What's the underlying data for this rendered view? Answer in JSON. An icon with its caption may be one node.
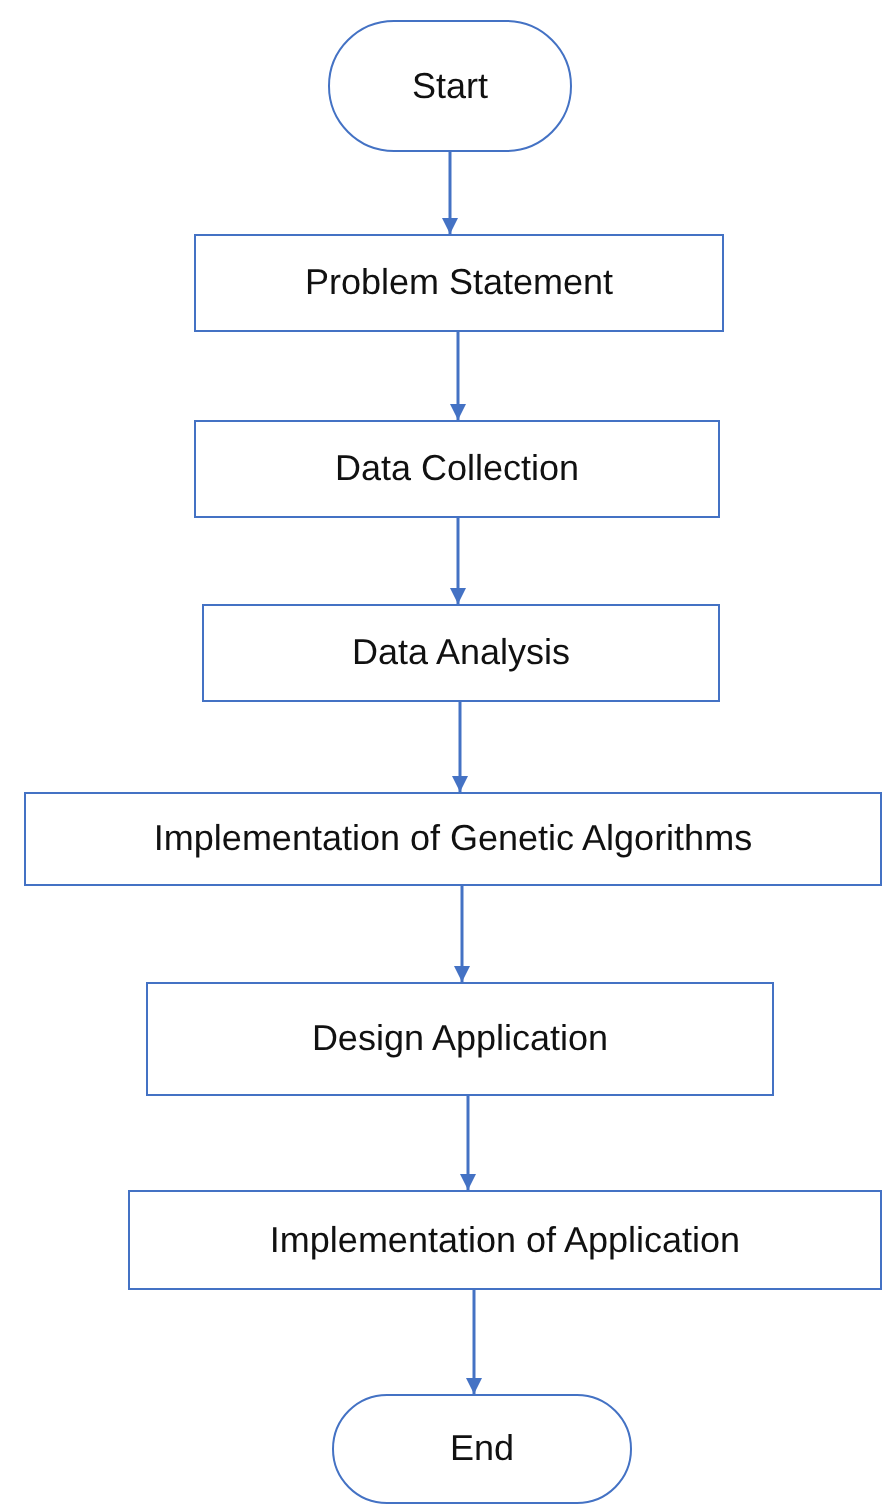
{
  "diagram": {
    "nodes": [
      {
        "text": [
          "Start"
        ]
      },
      {
        "text": [
          "Problem Statement"
        ]
      },
      {
        "text": [
          "Data Collection"
        ]
      },
      {
        "text": [
          "Data Analysis"
        ]
      },
      {
        "text": [
          "Implementation of Genetic Algorithms"
        ]
      },
      {
        "text": [
          "Design Application"
        ]
      },
      {
        "text": [
          "Implementation of Application"
        ]
      },
      {
        "text": [
          "End"
        ]
      }
    ],
    "edges": [
      {
        "from": 0,
        "to": 1,
        "arrow": "to"
      },
      {
        "from": 1,
        "to": 2,
        "arrow": "to"
      },
      {
        "from": 2,
        "to": 3,
        "arrow": "to"
      },
      {
        "from": 3,
        "to": 4,
        "arrow": "to"
      },
      {
        "from": 4,
        "to": 5,
        "arrow": "to"
      },
      {
        "from": 5,
        "to": 6,
        "arrow": "to"
      },
      {
        "from": 6,
        "to": 7,
        "arrow": "to"
      }
    ]
  }
}
